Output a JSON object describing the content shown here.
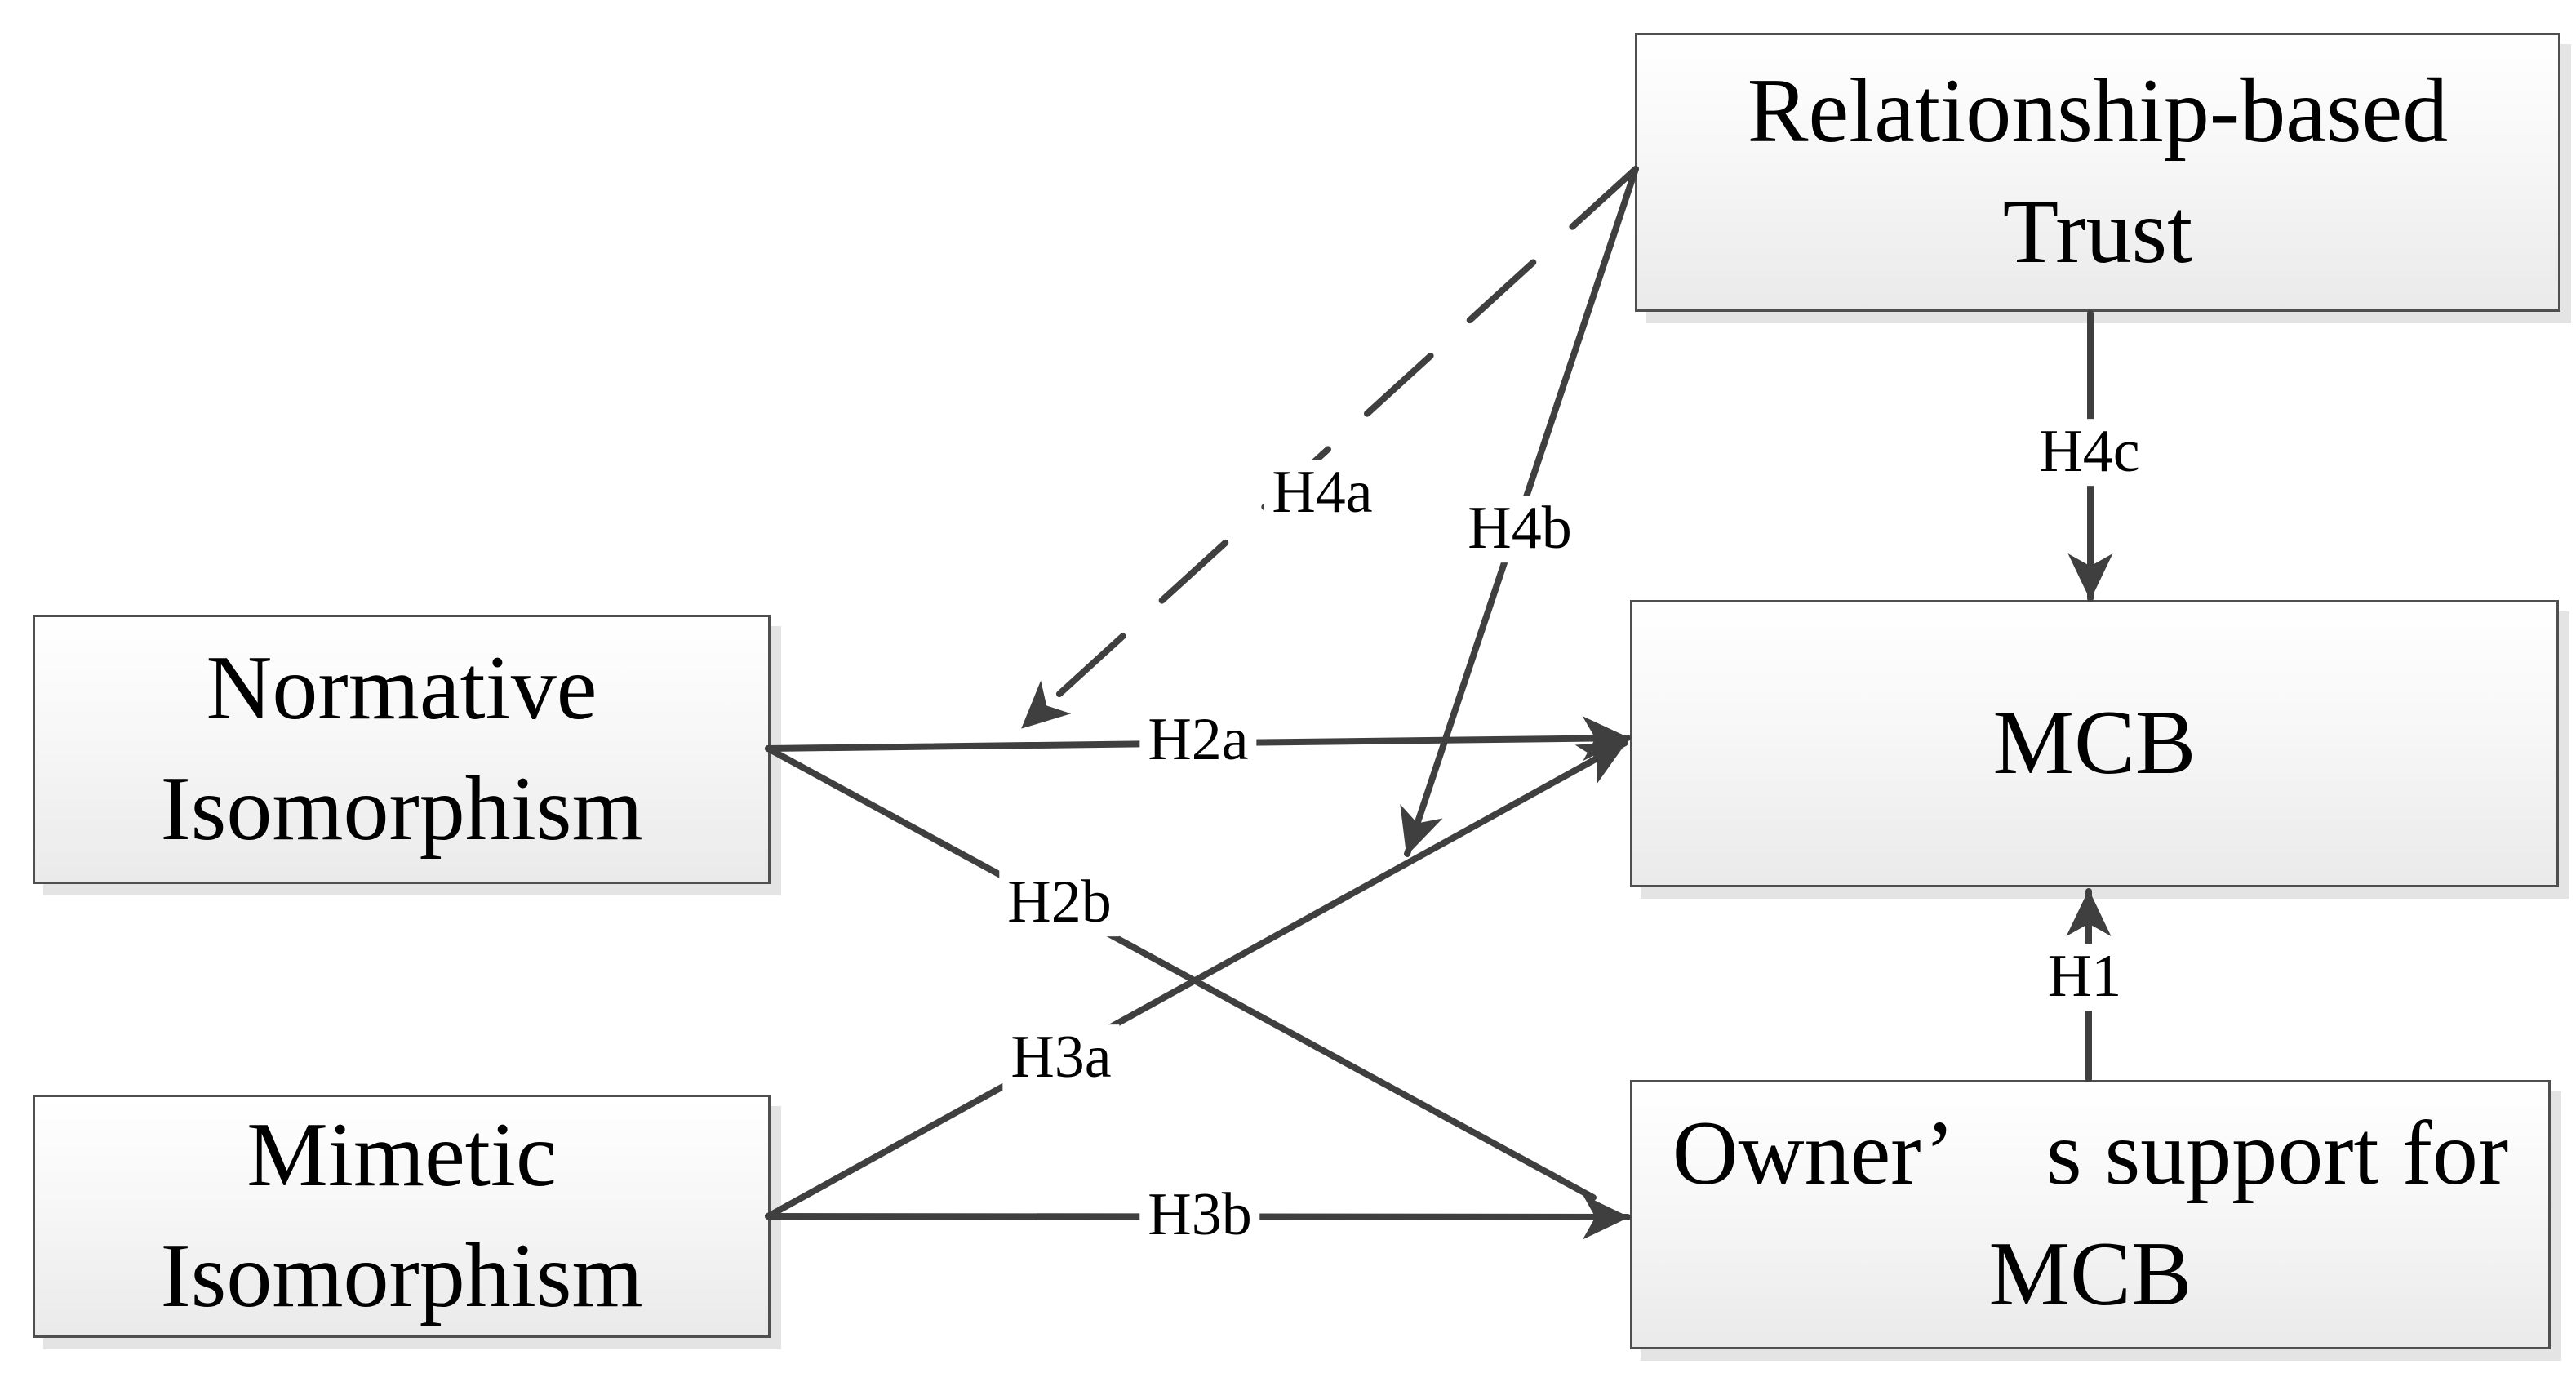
{
  "figure": {
    "background_color": "#ffffff",
    "line_color": "#3f3f3f",
    "box_border_color": "#4f4f4f",
    "box_fill_top": "#ffffff",
    "box_fill_bottom": "#eaeaea",
    "box_shadow_color": "#e4e4e4",
    "text_color": "#000000",
    "nodes": [
      {
        "id": "trust",
        "label": "Relationship-based\nTrust"
      },
      {
        "id": "normative",
        "label": "Normative\nIsomorphism"
      },
      {
        "id": "mimetic",
        "label": "Mimetic\nIsomorphism"
      },
      {
        "id": "mcb",
        "label": "MCB"
      },
      {
        "id": "owner",
        "label": "Owner’ s support for\nMCB"
      }
    ],
    "edges": [
      {
        "id": "H2a",
        "label": "H2a",
        "source": "normative",
        "target": "mcb",
        "line": "solid",
        "arrowhead": true
      },
      {
        "id": "H2b",
        "label": "H2b",
        "source": "normative",
        "target": "owner",
        "line": "solid",
        "arrowhead": true
      },
      {
        "id": "H3a",
        "label": "H3a",
        "source": "mimetic",
        "target": "mcb",
        "line": "solid",
        "arrowhead": true
      },
      {
        "id": "H3b",
        "label": "H3b",
        "source": "mimetic",
        "target": "owner",
        "line": "solid",
        "arrowhead": true
      },
      {
        "id": "H4a",
        "label": "H4a",
        "source": "trust",
        "target": "H2a-path",
        "line": "dashed",
        "arrowhead": true
      },
      {
        "id": "H4b",
        "label": "H4b",
        "source": "trust",
        "target": "H3a-path",
        "line": "solid",
        "arrowhead": true
      },
      {
        "id": "H4c",
        "label": "H4c",
        "source": "trust",
        "target": "mcb",
        "line": "solid",
        "arrowhead": true
      },
      {
        "id": "H1",
        "label": "H1",
        "source": "owner",
        "target": "mcb",
        "line": "solid",
        "arrowhead": true
      }
    ]
  }
}
